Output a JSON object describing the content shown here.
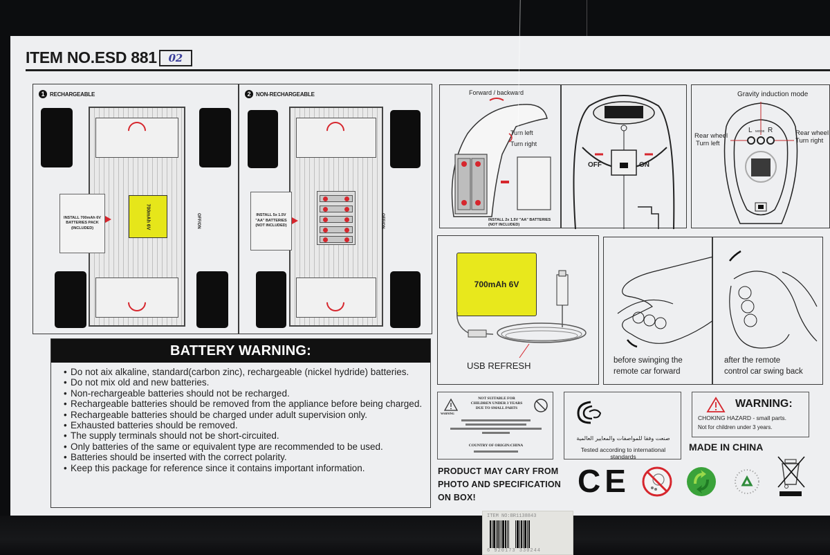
{
  "header": {
    "item_number": "ITEM NO.ESD 881",
    "handwritten_suffix": "02"
  },
  "panels": {
    "rechargeable": {
      "number": "1",
      "title": "RECHARGEABLE",
      "install_note": "INSTALL 700mAh 6V BATTERIES PACK (INCLUDED)",
      "pack_label": "700mAh 6V",
      "switch_label": "OFF/ON"
    },
    "non_rechargeable": {
      "number": "2",
      "title": "NON-RECHARGEABLE",
      "install_note": "INSTALL 5x 1.5V \"AA\" BATTERIES (NOT INCLUDED)",
      "switch_label": "OFF/ON"
    },
    "controller_side": {
      "labels": [
        "Forward / backward",
        "Turn left",
        "Turn right"
      ],
      "install_note": "INSTALL 2x 1.5V \"AA\" BATTERIES (NOT INCLUDED)"
    },
    "controller_power": {
      "off_label": "OFF",
      "on_label": "ON"
    },
    "controller_mode": {
      "title": "Gravity induction mode",
      "left_label": "L",
      "mode_label": "MODE",
      "right_label": "R",
      "rear_left": [
        "Rear wheel",
        "Turn left"
      ],
      "rear_right": [
        "Rear wheel",
        "Turn right"
      ]
    },
    "usb_charging": {
      "pack_label": "700mAh 6V",
      "caption": "USB REFRESH"
    },
    "swing_before": {
      "caption_lines": [
        "before swinging the",
        "remote car forward"
      ]
    },
    "swing_after": {
      "caption_lines": [
        "after the remote",
        "control car swing  back"
      ]
    }
  },
  "battery_warning": {
    "title": "BATTERY WARNING:",
    "items": [
      "Do not aix alkaline, standard(carbon zinc), rechargeable (nickel hydride) batteries.",
      "Do not mix old and new batteries.",
      "Non-rechargeable batteries should not be recharged.",
      "Rechargeable batteries should be removed from the appliance before being charged.",
      "Rechargeable batteries should be charged under adult supervision only.",
      "Exhausted batteries should be removed.",
      "The supply terminals should not be short-circuited.",
      "Only batteries of the same or equivalent type are recommended to be used.",
      "Batteries should be inserted with the correct polarity.",
      "Keep this package for reference since it contains important information."
    ]
  },
  "small_parts_box": {
    "warning_word": "WARNING",
    "english": [
      "NOT SUITABLE FOR",
      "CHILDREN UNDER 3 YEARS",
      "DUE TO SMALL PARTS"
    ],
    "country": "COUNTRY OF ORIGIN:CHINA"
  },
  "standards_box": {
    "arabic_text": "صنعت وفقا للمواصفات والمعايير العالمية",
    "english_text": "Tested according to international standards"
  },
  "choking_warning": {
    "title": "WARNING:",
    "line1": "CHOKING HAZARD - small parts.",
    "line2": "Not for children under 3 years."
  },
  "origin": "MADE IN CHINA",
  "product_note": [
    "PRODUCT MAY CARY FROM",
    "PHOTO AND SPECIFICATION",
    "ON BOX!"
  ],
  "certifications": {
    "ce_mark": "CE",
    "icons": [
      "ce-mark-icon",
      "no-small-children-icon",
      "green-dot-icon",
      "please-recycle-icon",
      "weee-crossed-bin-icon"
    ],
    "recycle_text": "PLEASE RECYCLE"
  },
  "barcode": {
    "item_text": "ITEM NO:BR1138843",
    "number": "6 920173 330244"
  },
  "colors": {
    "accent_red": "#d6262d",
    "battery_yellow": "#e6e61a",
    "label_bg": "#eeeff1",
    "box_black": "#0c0d0f",
    "green_dot": "#3aa23a"
  }
}
